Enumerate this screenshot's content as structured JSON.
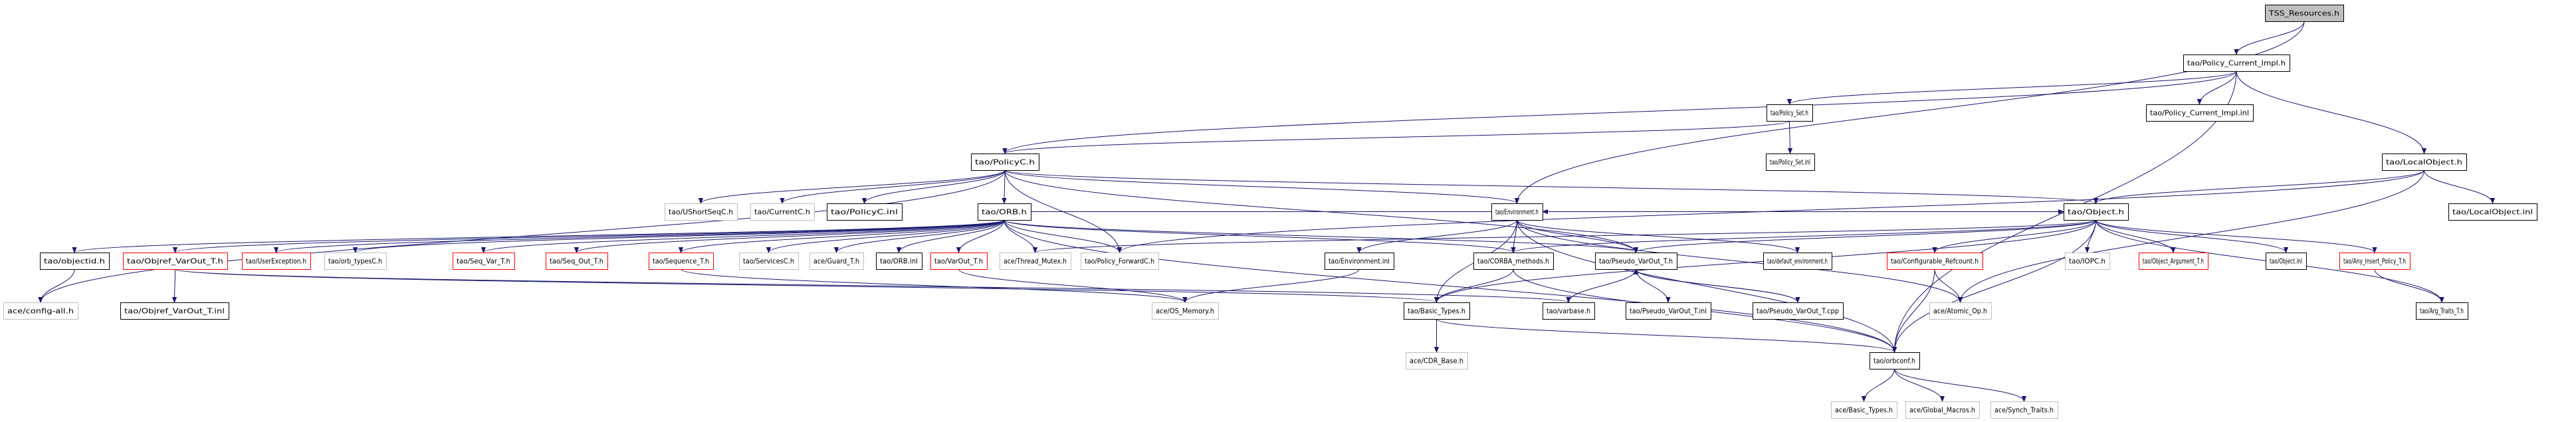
{
  "title": "TSS_Resources.h",
  "colors": {
    "edge": "#191970",
    "root_fill": "#bfbfbf",
    "documented_border": "#000000",
    "truncated_border": "#ff0000",
    "undocumented_border": "#bfbfbf",
    "fill": "#ffffff"
  },
  "nodes": [
    {
      "id": "n0",
      "label": "TSS_Resources.h",
      "kind": "root"
    },
    {
      "id": "n1",
      "label": "tao/Policy_Current_Impl.h",
      "kind": "documented"
    },
    {
      "id": "n2",
      "label": "tao/Policy_Set.h",
      "kind": "documented"
    },
    {
      "id": "n3",
      "label": "tao/Policy_Current_Impl.inl",
      "kind": "documented"
    },
    {
      "id": "n4",
      "label": "tao/Policy_Set.inl",
      "kind": "documented"
    },
    {
      "id": "n5",
      "label": "tao/PolicyC.h",
      "kind": "documented"
    },
    {
      "id": "n6",
      "label": "tao/LocalObject.h",
      "kind": "documented"
    },
    {
      "id": "n7",
      "label": "tao/LocalObject.inl",
      "kind": "documented"
    },
    {
      "id": "n8",
      "label": "tao/UShortSeqC.h",
      "kind": "undocumented"
    },
    {
      "id": "n9",
      "label": "tao/CurrentC.h",
      "kind": "undocumented"
    },
    {
      "id": "n10",
      "label": "tao/PolicyC.inl",
      "kind": "documented"
    },
    {
      "id": "n11",
      "label": "tao/ORB.h",
      "kind": "documented"
    },
    {
      "id": "n12",
      "label": "tao/Environment.h",
      "kind": "documented"
    },
    {
      "id": "n13",
      "label": "tao/Object.h",
      "kind": "documented"
    },
    {
      "id": "n14",
      "label": "tao/objectid.h",
      "kind": "documented"
    },
    {
      "id": "n15",
      "label": "tao/Objref_VarOut_T.h",
      "kind": "truncated"
    },
    {
      "id": "n16",
      "label": "tao/UserException.h",
      "kind": "truncated"
    },
    {
      "id": "n17",
      "label": "tao/orb_typesC.h",
      "kind": "undocumented"
    },
    {
      "id": "n18",
      "label": "tao/Seq_Var_T.h",
      "kind": "truncated"
    },
    {
      "id": "n19",
      "label": "tao/Seq_Out_T.h",
      "kind": "truncated"
    },
    {
      "id": "n20",
      "label": "tao/Sequence_T.h",
      "kind": "truncated"
    },
    {
      "id": "n21",
      "label": "tao/ServicesC.h",
      "kind": "undocumented"
    },
    {
      "id": "n22",
      "label": "ace/Guard_T.h",
      "kind": "undocumented"
    },
    {
      "id": "n23",
      "label": "tao/ORB.inl",
      "kind": "documented"
    },
    {
      "id": "n24",
      "label": "tao/VarOut_T.h",
      "kind": "truncated"
    },
    {
      "id": "n25",
      "label": "ace/Thread_Mutex.h",
      "kind": "undocumented"
    },
    {
      "id": "n26",
      "label": "tao/Policy_ForwardC.h",
      "kind": "undocumented"
    },
    {
      "id": "n27",
      "label": "tao/Environment.inl",
      "kind": "documented"
    },
    {
      "id": "n28",
      "label": "tao/CORBA_methods.h",
      "kind": "documented"
    },
    {
      "id": "n29",
      "label": "tao/Pseudo_VarOut_T.h",
      "kind": "documented"
    },
    {
      "id": "n30",
      "label": "tao/default_environment.h",
      "kind": "documented"
    },
    {
      "id": "n31",
      "label": "tao/Configurable_Refcount.h",
      "kind": "truncated"
    },
    {
      "id": "n32",
      "label": "tao/IOPC.h",
      "kind": "undocumented"
    },
    {
      "id": "n33",
      "label": "tao/Object_Argument_T.h",
      "kind": "truncated"
    },
    {
      "id": "n34",
      "label": "tao/Object.inl",
      "kind": "documented"
    },
    {
      "id": "n35",
      "label": "tao/Any_Insert_Policy_T.h",
      "kind": "truncated"
    },
    {
      "id": "n36",
      "label": "ace/config-all.h",
      "kind": "undocumented"
    },
    {
      "id": "n37",
      "label": "tao/Objref_VarOut_T.inl",
      "kind": "documented"
    },
    {
      "id": "n38",
      "label": "ace/OS_Memory.h",
      "kind": "undocumented"
    },
    {
      "id": "n39",
      "label": "tao/Basic_Types.h",
      "kind": "documented"
    },
    {
      "id": "n40",
      "label": "tao/varbase.h",
      "kind": "documented"
    },
    {
      "id": "n41",
      "label": "tao/Pseudo_VarOut_T.inl",
      "kind": "documented"
    },
    {
      "id": "n42",
      "label": "tao/Pseudo_VarOut_T.cpp",
      "kind": "documented"
    },
    {
      "id": "n43",
      "label": "ace/Atomic_Op.h",
      "kind": "undocumented"
    },
    {
      "id": "n44",
      "label": "tao/Arg_Traits_T.h",
      "kind": "documented"
    },
    {
      "id": "n45",
      "label": "ace/CDR_Base.h",
      "kind": "undocumented"
    },
    {
      "id": "n46",
      "label": "tao/orbconf.h",
      "kind": "documented"
    },
    {
      "id": "n47",
      "label": "ace/Basic_Types.h",
      "kind": "undocumented"
    },
    {
      "id": "n48",
      "label": "ace/Global_Macros.h",
      "kind": "undocumented"
    },
    {
      "id": "n49",
      "label": "ace/Synch_Traits.h",
      "kind": "undocumented"
    }
  ],
  "edges": [
    [
      "n0",
      "n1"
    ],
    [
      "n0",
      "n12"
    ],
    [
      "n1",
      "n2"
    ],
    [
      "n1",
      "n3"
    ],
    [
      "n1",
      "n5"
    ],
    [
      "n1",
      "n6"
    ],
    [
      "n1",
      "n46"
    ],
    [
      "n2",
      "n4"
    ],
    [
      "n2",
      "n5"
    ],
    [
      "n5",
      "n8"
    ],
    [
      "n5",
      "n9"
    ],
    [
      "n5",
      "n10"
    ],
    [
      "n5",
      "n11"
    ],
    [
      "n5",
      "n12"
    ],
    [
      "n5",
      "n13"
    ],
    [
      "n5",
      "n26"
    ],
    [
      "n5",
      "n36"
    ],
    [
      "n5",
      "n29"
    ],
    [
      "n6",
      "n7"
    ],
    [
      "n6",
      "n13"
    ],
    [
      "n6",
      "n26"
    ],
    [
      "n6",
      "n43"
    ],
    [
      "n11",
      "n14"
    ],
    [
      "n11",
      "n15"
    ],
    [
      "n11",
      "n16"
    ],
    [
      "n11",
      "n17"
    ],
    [
      "n11",
      "n18"
    ],
    [
      "n11",
      "n19"
    ],
    [
      "n11",
      "n20"
    ],
    [
      "n11",
      "n21"
    ],
    [
      "n11",
      "n22"
    ],
    [
      "n11",
      "n23"
    ],
    [
      "n11",
      "n24"
    ],
    [
      "n11",
      "n25"
    ],
    [
      "n11",
      "n26"
    ],
    [
      "n11",
      "n28"
    ],
    [
      "n11",
      "n29"
    ],
    [
      "n11",
      "n13"
    ],
    [
      "n11",
      "n46"
    ],
    [
      "n12",
      "n27"
    ],
    [
      "n12",
      "n28"
    ],
    [
      "n12",
      "n29"
    ],
    [
      "n12",
      "n30"
    ],
    [
      "n12",
      "n39"
    ],
    [
      "n12",
      "n46"
    ],
    [
      "n12",
      "n43"
    ],
    [
      "n13",
      "n31"
    ],
    [
      "n13",
      "n32"
    ],
    [
      "n13",
      "n33"
    ],
    [
      "n13",
      "n34"
    ],
    [
      "n13",
      "n35"
    ],
    [
      "n13",
      "n44"
    ],
    [
      "n13",
      "n29"
    ],
    [
      "n13",
      "n28"
    ],
    [
      "n13",
      "n39"
    ],
    [
      "n13",
      "n25"
    ],
    [
      "n13",
      "n12"
    ],
    [
      "n13",
      "n46"
    ],
    [
      "n14",
      "n36"
    ],
    [
      "n15",
      "n37"
    ],
    [
      "n15",
      "n39"
    ],
    [
      "n15",
      "n40"
    ],
    [
      "n24",
      "n38"
    ],
    [
      "n27",
      "n38"
    ],
    [
      "n28",
      "n39"
    ],
    [
      "n28",
      "n46"
    ],
    [
      "n29",
      "n40"
    ],
    [
      "n29",
      "n41"
    ],
    [
      "n29",
      "n42"
    ],
    [
      "n42",
      "n29"
    ],
    [
      "n31",
      "n43"
    ],
    [
      "n31",
      "n46"
    ],
    [
      "n35",
      "n44"
    ],
    [
      "n39",
      "n45"
    ],
    [
      "n39",
      "n46"
    ],
    [
      "n46",
      "n47"
    ],
    [
      "n46",
      "n48"
    ],
    [
      "n46",
      "n49"
    ],
    [
      "n20",
      "n38"
    ]
  ]
}
